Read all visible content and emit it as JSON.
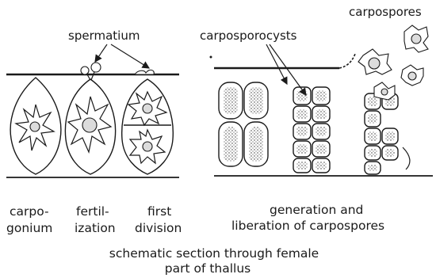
{
  "labels": {
    "spermatium": "spermatium",
    "carposporocysts": "carposporocysts",
    "carpospores": "carpospores"
  },
  "stages": [
    {
      "line1": "carpo-",
      "line2": "gonium"
    },
    {
      "line1": "fertil-",
      "line2": "ization"
    },
    {
      "line1": "first",
      "line2": "division"
    },
    {
      "line1": "generation and",
      "line2": "liberation of carpospores"
    }
  ],
  "caption": {
    "line1": "schematic section through female",
    "line2": "part of thallus"
  }
}
